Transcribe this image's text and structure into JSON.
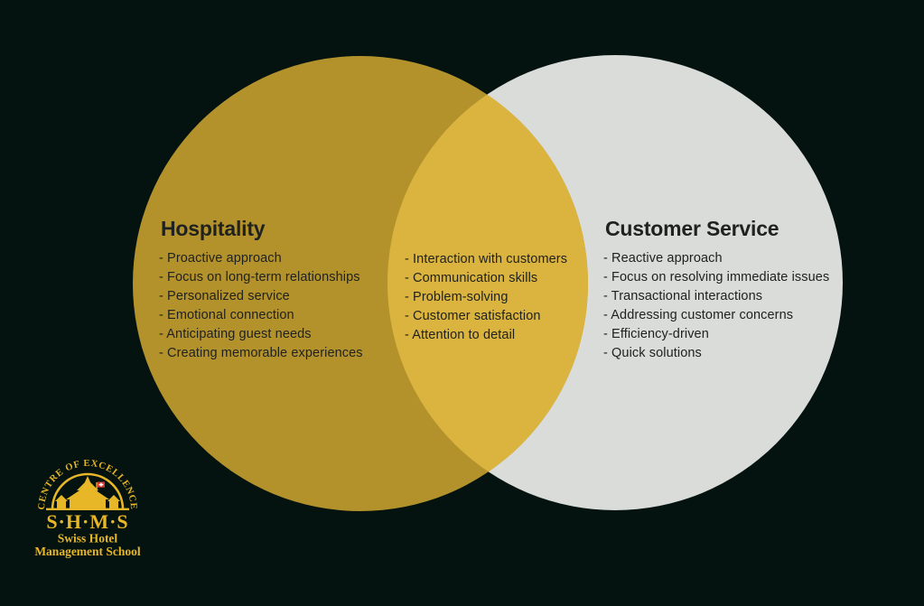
{
  "page": {
    "background": "#041310"
  },
  "venn": {
    "bullet_prefix": "- ",
    "text_color": "#20221f",
    "left": {
      "title": "Hospitality",
      "circle_color": "#b3922c",
      "items": [
        "Proactive approach",
        "Focus on long-term relationships",
        "Personalized service",
        "Emotional connection",
        "Anticipating guest needs",
        "Creating memorable experiences"
      ]
    },
    "overlap": {
      "circle_color": "#dbb43f",
      "items": [
        "Interaction with customers",
        "Communication skills",
        "Problem-solving",
        "Customer satisfaction",
        "Attention to detail"
      ]
    },
    "right": {
      "title": "Customer Service",
      "circle_color": "#d9dcd9",
      "items": [
        "Reactive approach",
        "Focus on resolving immediate issues",
        "Transactional interactions",
        "Addressing customer concerns",
        "Efficiency-driven",
        "Quick solutions"
      ]
    }
  },
  "logo": {
    "arc_text": "CENTRE OF EXCELLENCE",
    "acronym": "S·H·M·S",
    "name_line1": "Swiss Hotel",
    "name_line2": "Management School",
    "color": "#e8b728",
    "flag_color": "#da372b"
  }
}
